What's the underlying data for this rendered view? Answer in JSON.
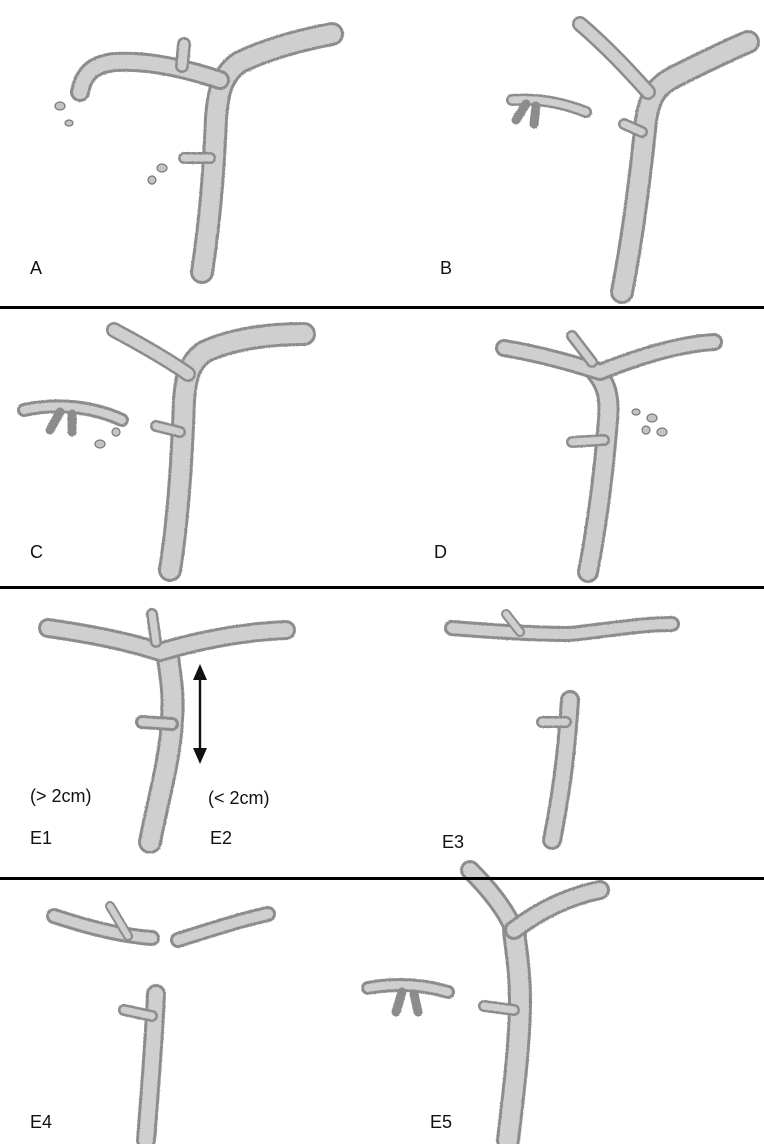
{
  "panels": {
    "A": {
      "label": "A"
    },
    "B": {
      "label": "B"
    },
    "C": {
      "label": "C"
    },
    "D": {
      "label": "D"
    },
    "E1": {
      "label": "E1",
      "note": "(> 2cm)"
    },
    "E2": {
      "label": "E2",
      "note": "(< 2cm)"
    },
    "E3": {
      "label": "E3"
    },
    "E4": {
      "label": "E4"
    },
    "E5": {
      "label": "E5"
    }
  }
}
